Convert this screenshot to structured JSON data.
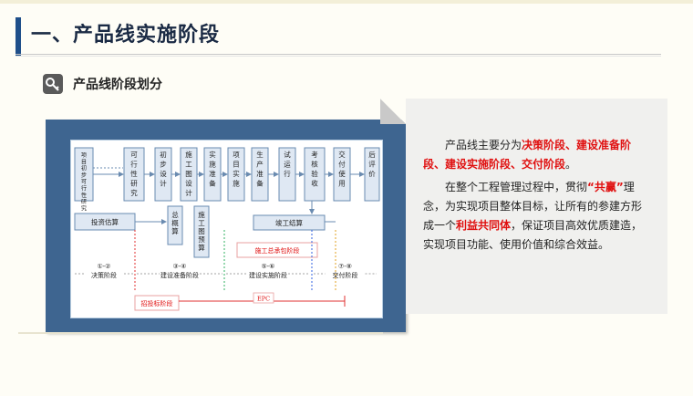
{
  "title": "一、产品线实施阶段",
  "subtitle": "产品线阶段划分",
  "icon": "key-icon",
  "diagram": {
    "top_steps": [
      "项目初步可行性研究",
      "可行性研究",
      "初步设计",
      "施工图设计",
      "实施准备",
      "项目实施",
      "生产准备",
      "试运行",
      "考核验收",
      "交付使用",
      "后评价"
    ],
    "boxes": {
      "invest": "投资估算",
      "budget": "总概算",
      "drawing_budget": "施工图预算",
      "final": "竣工结算",
      "general_contract": "施工总承包阶段",
      "bidding": "招投标阶段",
      "epc": "EPC"
    },
    "phases": [
      {
        "num": "①-②",
        "label": "决策阶段"
      },
      {
        "num": "③-④",
        "label": "建设准备阶段"
      },
      {
        "num": "⑤-⑥",
        "label": "建设实施阶段"
      },
      {
        "num": "⑦-⑧",
        "label": "交付阶段"
      }
    ]
  },
  "text": {
    "p1_a": "产品线主要分为",
    "p1_b": "决策阶段、建设准备阶段、建设实施阶段、交付阶段",
    "p1_c": "。",
    "p2_a": "在整个工程管理过程中，贯彻",
    "p2_b": "“共赢”",
    "p2_c": "理念，为实现项目整体目标，让所有的参建方形成一个",
    "p2_d": "利益共同体",
    "p2_e": "，保证项目高效优质建造，实现项目功能、使用价值和综合效益。"
  },
  "colors": {
    "title_bar": "#1f4f8a",
    "frame": "#3e6590",
    "accent_red": "#e01010"
  }
}
